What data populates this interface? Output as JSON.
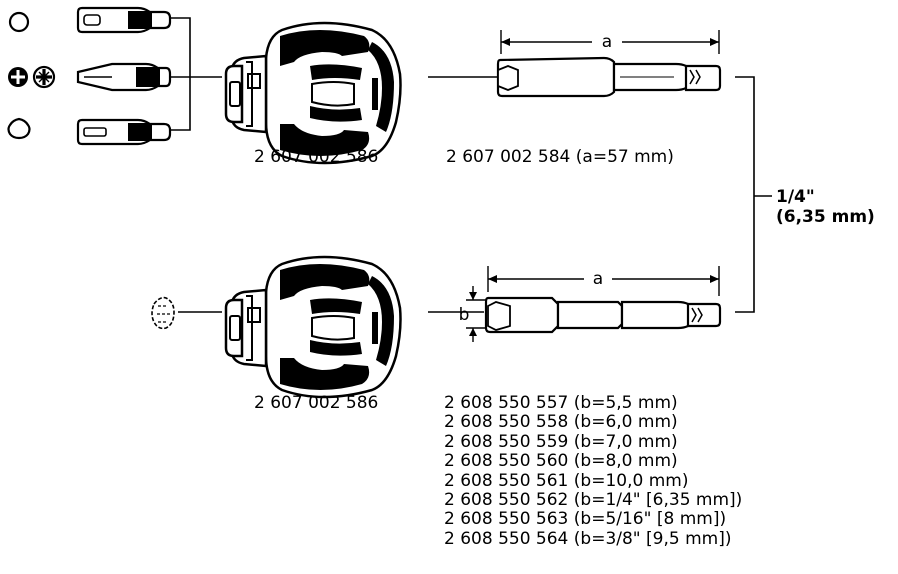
{
  "top_row": {
    "holder_part_number": "2 607 002 586",
    "extension_part_number": "2 607 002 584 (a=57 mm)",
    "dimension_a_label": "a"
  },
  "bottom_row": {
    "holder_part_number": "2 607 002 586",
    "dimension_a_label": "a",
    "dimension_b_label": "b",
    "nut_setters": [
      "2 608 550 557 (b=5,5 mm)",
      "2 608 550 558 (b=6,0 mm)",
      "2 608 550 559 (b=7,0 mm)",
      "2 608 550 560 (b=8,0 mm)",
      "2 608 550 561 (b=10,0 mm)",
      "2 608 550 562 (b=1/4\" [6,35 mm])",
      "2 608 550 563 (b=5/16\" [8 mm])",
      "2 608 550 564 (b=3/8\" [9,5 mm])"
    ]
  },
  "shank_size": {
    "line1": "1/4\"",
    "line2": "(6,35 mm)"
  },
  "icons": [
    "slotted-screw-icon",
    "phillips-screw-icon",
    "pozidriv-screw-icon",
    "torx-screw-icon",
    "hex-nut-icon"
  ]
}
